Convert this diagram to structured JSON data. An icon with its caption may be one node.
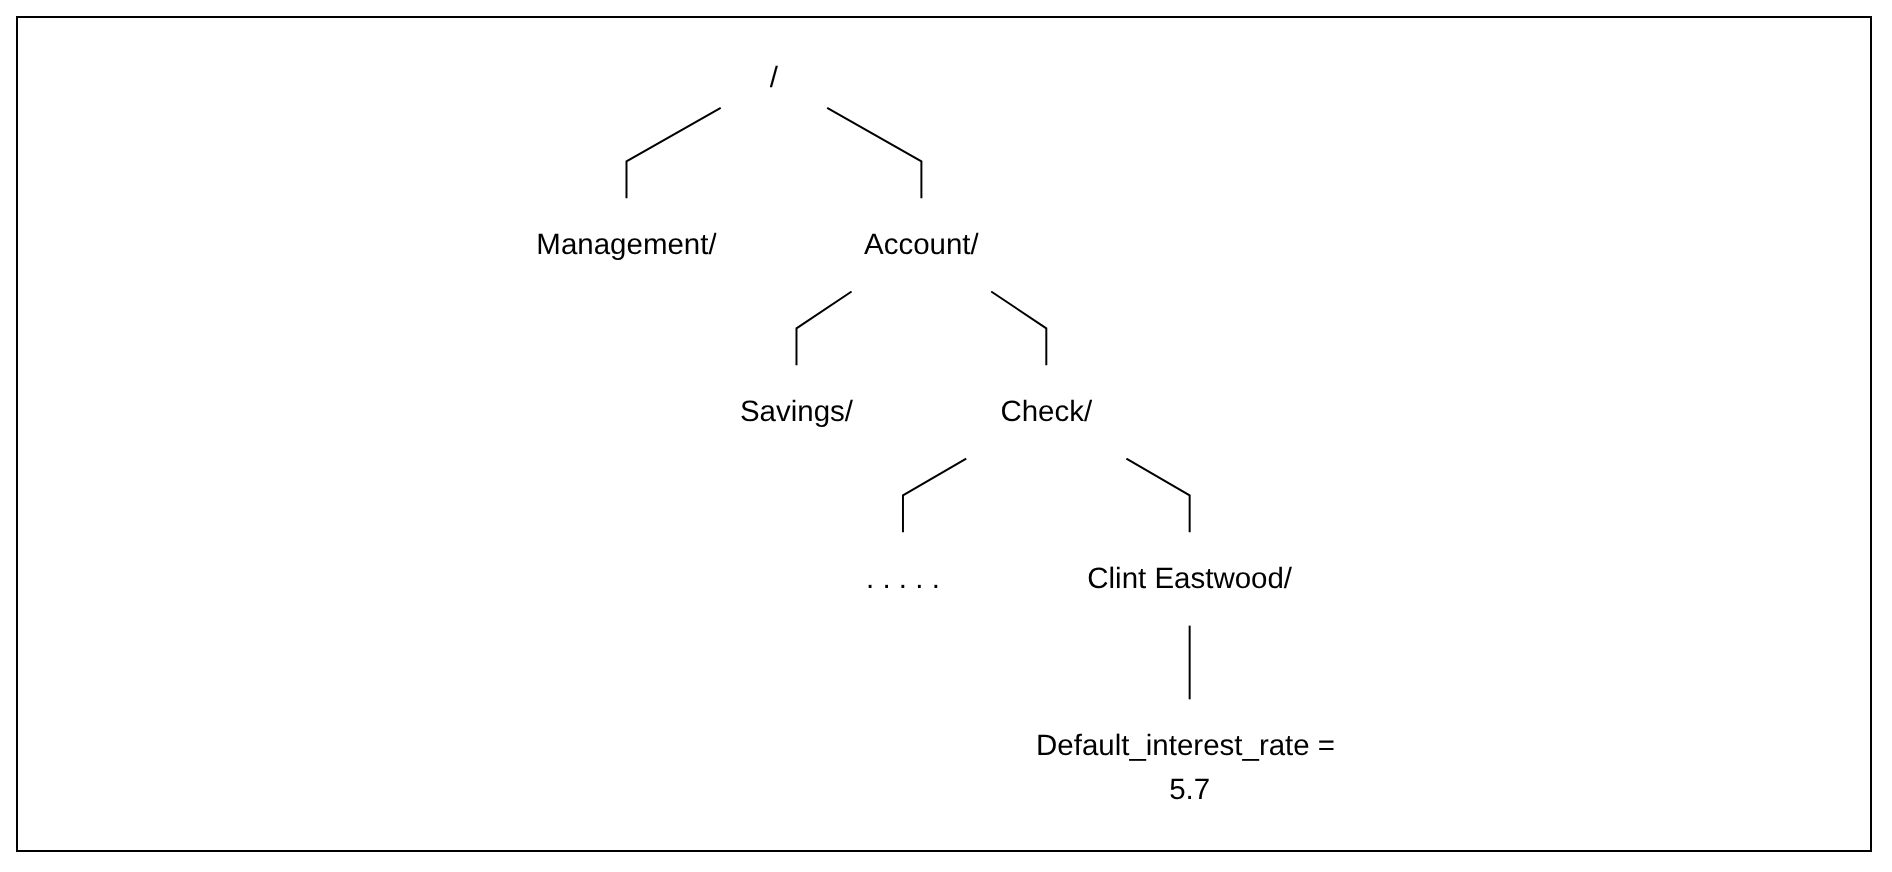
{
  "diagram": {
    "nodes": [
      {
        "text": [
          "/"
        ]
      },
      {
        "text": [
          "Management/"
        ]
      },
      {
        "text": [
          "Account/"
        ]
      },
      {
        "text": [
          "Savings/"
        ]
      },
      {
        "text": [
          "Check/"
        ]
      },
      {
        "text": [
          ". . . . ."
        ]
      },
      {
        "text": [
          "Clint Eastwood/"
        ]
      },
      {
        "text": [
          "Default_interest_rate = 5.7"
        ]
      }
    ],
    "edges": [
      {
        "from": 0,
        "to": 1,
        "arrow": "none"
      },
      {
        "from": 0,
        "to": 2,
        "arrow": "none"
      },
      {
        "from": 2,
        "to": 3,
        "arrow": "none"
      },
      {
        "from": 2,
        "to": 4,
        "arrow": "none"
      },
      {
        "from": 4,
        "to": 5,
        "arrow": "none"
      },
      {
        "from": 4,
        "to": 6,
        "arrow": "none"
      },
      {
        "from": 6,
        "to": 7,
        "arrow": "none"
      }
    ]
  }
}
